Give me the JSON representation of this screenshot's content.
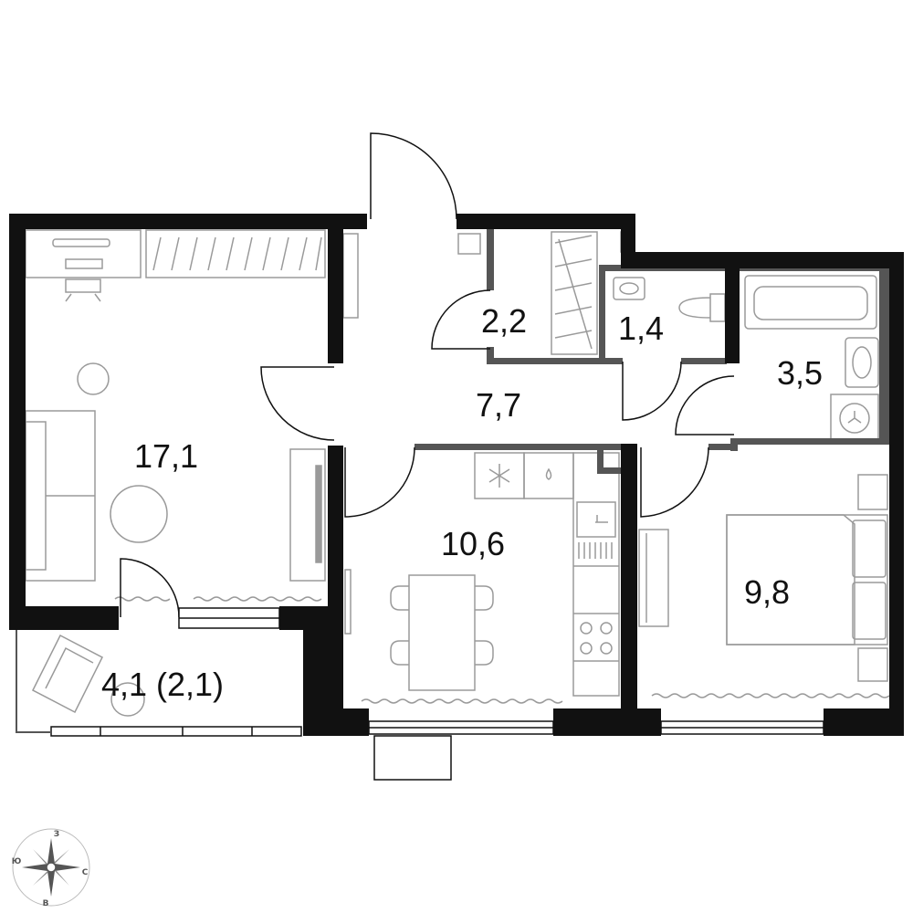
{
  "rooms": {
    "living_room_area": "17,1",
    "storage_area": "2,2",
    "toilet_area": "1,4",
    "bathroom_area": "3,5",
    "hallway_area": "7,7",
    "kitchen_area": "10,6",
    "bedroom_area": "9,8",
    "balcony_area": "4,1 (2,1)"
  },
  "compass": {
    "north": "З",
    "east": "С",
    "south": "В",
    "west": "Ю"
  },
  "colors": {
    "wall": "#111111",
    "partition": "#555555",
    "furniture": "#9a9a9a",
    "background": "#ffffff"
  }
}
